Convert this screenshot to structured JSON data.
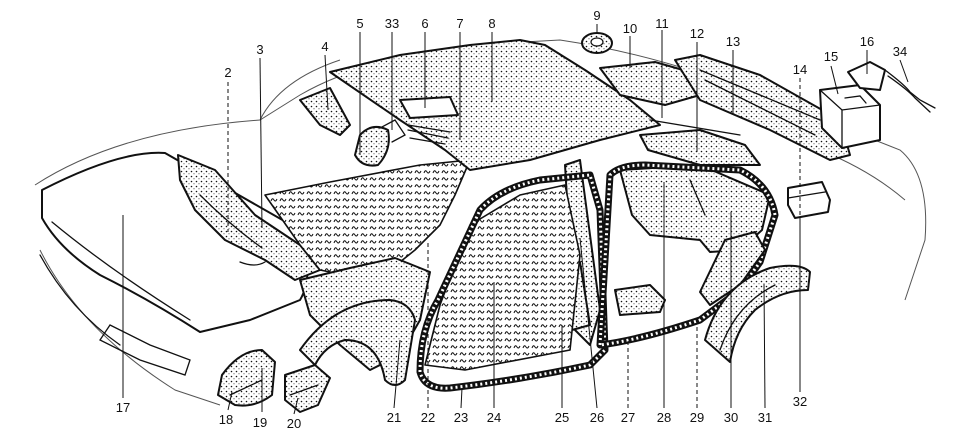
{
  "callouts": {
    "c2": "2",
    "c3": "3",
    "c4": "4",
    "c5": "5",
    "c6": "6",
    "c7": "7",
    "c8": "8",
    "c9": "9",
    "c10": "10",
    "c11": "11",
    "c12": "12",
    "c13": "13",
    "c14": "14",
    "c15": "15",
    "c16": "16",
    "c17": "17",
    "c18": "18",
    "c19": "19",
    "c20": "20",
    "c21": "21",
    "c22": "22",
    "c23": "23",
    "c24": "24",
    "c25": "25",
    "c26": "26",
    "c27": "27",
    "c28": "28",
    "c29": "29",
    "c30": "30",
    "c31": "31",
    "c32": "32",
    "c33": "33",
    "c34": "34"
  }
}
